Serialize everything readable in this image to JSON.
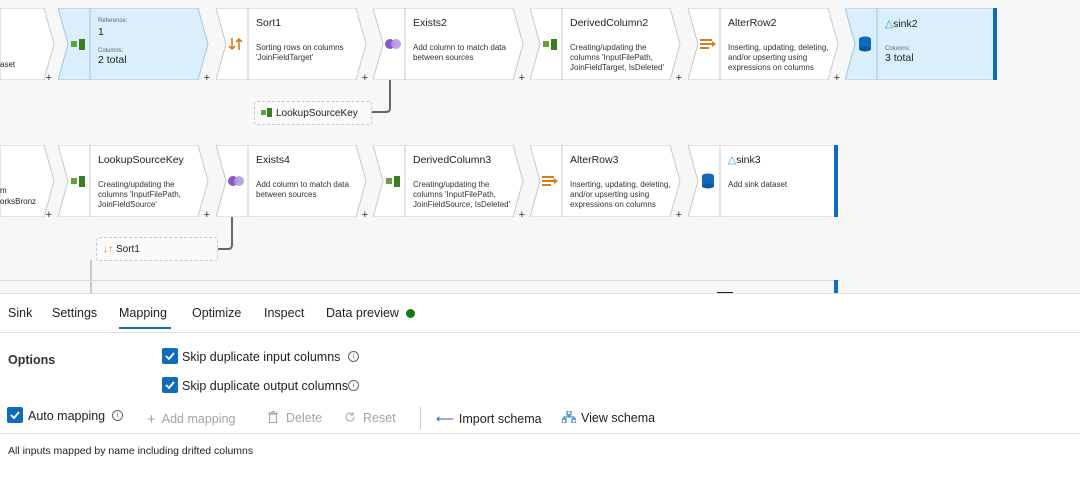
{
  "flow": {
    "row1": {
      "partial_left": {
        "desc": "aset"
      },
      "reference": {
        "small1": "Reference:",
        "value1": "1",
        "small2": "Columns:",
        "value2": "2 total"
      },
      "sort1": {
        "title": "Sort1",
        "desc": "Sorting rows on columns 'JoinFieldTarget'"
      },
      "exists2": {
        "title": "Exists2",
        "desc": "Add column to match data between sources"
      },
      "derived2": {
        "title": "DerivedColumn2",
        "desc": "Creating/updating the columns 'InputFilePath, JoinFieldTarget, IsDeleted'"
      },
      "alterrow2": {
        "title": "AlterRow2",
        "desc": "Inserting, updating, deleting, and/or upserting using expressions on columns"
      },
      "sink2": {
        "title": "sink2",
        "small": "Columns:",
        "value": "3 total"
      }
    },
    "chip_lookup": "LookupSourceKey",
    "row2": {
      "partial_left": {
        "desc1": "m",
        "desc2": "orksBronz"
      },
      "lookup": {
        "title": "LookupSourceKey",
        "desc": "Creating/updating the columns 'InputFilePath, JoinFieldSource'"
      },
      "exists4": {
        "title": "Exists4",
        "desc": "Add column to match data between sources"
      },
      "derived3": {
        "title": "DerivedColumn3",
        "desc": "Creating/updating the columns 'InputFilePath, JoinFieldSource, IsDeleted'"
      },
      "alterrow3": {
        "title": "AlterRow3",
        "desc": "Inserting, updating, deleting, and/or upserting using expressions on columns"
      },
      "sink3": {
        "title": "sink3",
        "desc": "Add sink dataset"
      }
    },
    "chip_sort": "Sort1"
  },
  "panel": {
    "tabs": [
      "Sink",
      "Settings",
      "Mapping",
      "Optimize",
      "Inspect",
      "Data preview"
    ],
    "active_tab": "Mapping",
    "options_label": "Options",
    "skip_input": "Skip duplicate input columns",
    "skip_output": "Skip duplicate output columns",
    "auto_mapping": "Auto mapping",
    "add_mapping": "Add mapping",
    "delete": "Delete",
    "reset": "Reset",
    "import_schema": "Import schema",
    "view_schema": "View schema",
    "footer": "All inputs mapped by name including drifted columns"
  },
  "colors": {
    "accent": "#0f6cbd",
    "status_green": "#107c10",
    "selected_fill": "#dbeefc"
  }
}
